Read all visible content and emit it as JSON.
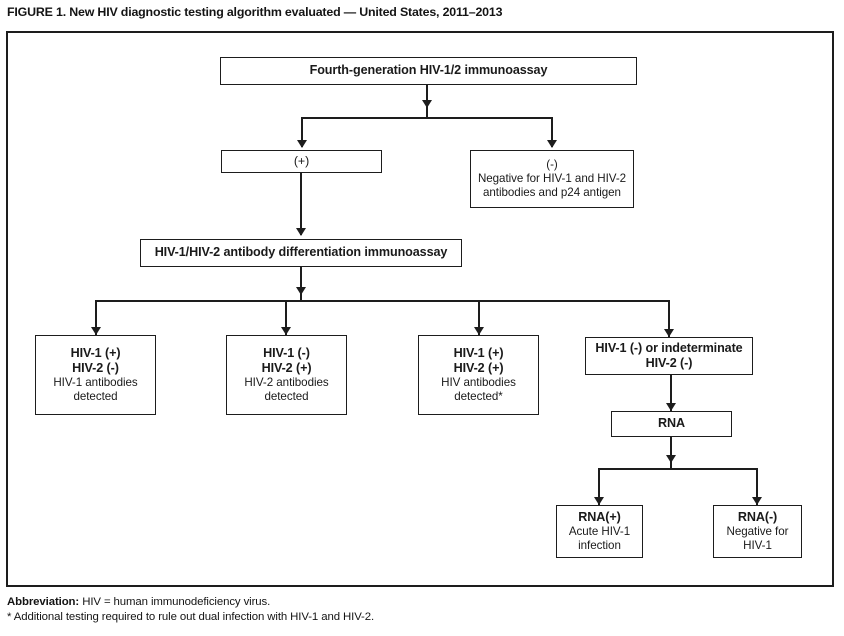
{
  "figure": {
    "title": "FIGURE 1. New HIV diagnostic testing algorithm evaluated — United States, 2011–2013"
  },
  "nodes": {
    "immunoassay": {
      "label": "Fourth-generation HIV-1/2 immunoassay"
    },
    "positive": {
      "label": "(+)"
    },
    "negative": {
      "label": "(-)",
      "line2": "Negative for HIV-1 and HIV-2",
      "line3": "antibodies and p24 antigen"
    },
    "differentiation": {
      "label": "HIV-1/HIV-2 antibody differentiation immunoassay"
    },
    "result1": {
      "line1": "HIV-1 (+)",
      "line2": "HIV-2 (-)",
      "line3": "HIV-1 antibodies",
      "line4": "detected"
    },
    "result2": {
      "line1": "HIV-1 (-)",
      "line2": "HIV-2 (+)",
      "line3": "HIV-2 antibodies",
      "line4": "detected"
    },
    "result3": {
      "line1": "HIV-1 (+)",
      "line2": "HIV-2 (+)",
      "line3": "HIV antibodies",
      "line4": "detected*"
    },
    "result4": {
      "line1": "HIV-1 (-) or indeterminate",
      "line2": "HIV-2 (-)"
    },
    "rna": {
      "label": "RNA"
    },
    "rna_pos": {
      "line1": "RNA(+)",
      "line2": "Acute HIV-1",
      "line3": "infection"
    },
    "rna_neg": {
      "line1": "RNA(-)",
      "line2": "Negative for",
      "line3": "HIV-1"
    }
  },
  "footnotes": {
    "abbrev_label": "Abbreviation:",
    "abbrev_text": " HIV = human immunodeficiency virus.",
    "asterisk": "* Additional testing required to rule out dual infection with HIV-1 and HIV-2."
  },
  "colors": {
    "line": "#1d1d1d",
    "text": "#1a1a1a",
    "background": "#ffffff"
  }
}
